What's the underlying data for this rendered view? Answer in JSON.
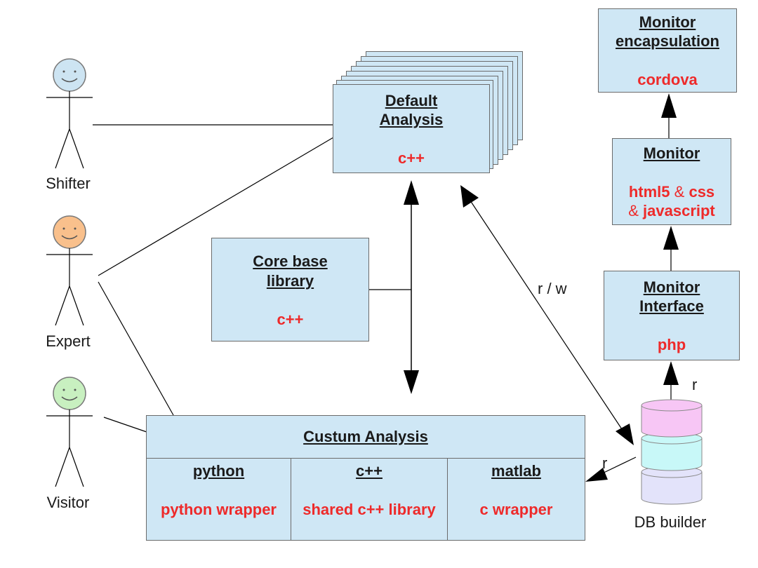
{
  "colors": {
    "box_fill": "#cfe7f5",
    "text_red": "#ee2a2a",
    "line": "#000000",
    "shifter_head": "#cde4f2",
    "expert_head": "#f9c08c",
    "visitor_head": "#c8f0c0",
    "db_top": "#f7c6f5",
    "db_mid": "#c8f8f8",
    "db_bottom": "#e3e3fa"
  },
  "actors": {
    "shifter": "Shifter",
    "expert": "Expert",
    "visitor": "Visitor"
  },
  "default_analysis": {
    "title_line1": "Default",
    "title_line2": "Analysis",
    "lang": "c++"
  },
  "core_base": {
    "title_line1": "Core base",
    "title_line2": "library",
    "lang": "c++"
  },
  "monitor_encapsulation": {
    "title_line1": "Monitor",
    "title_line2": "encapsulation",
    "lang": "cordova"
  },
  "monitor": {
    "title": "Monitor",
    "lang_line1_a": "html5",
    "amp1": "&",
    "lang_line1_b": "css",
    "amp2": "&",
    "lang_line2_b": "javascript"
  },
  "monitor_interface": {
    "title_line1": "Monitor",
    "title_line2": "Interface",
    "lang": "php"
  },
  "custom_analysis": {
    "title": "Custum Analysis",
    "columns": [
      {
        "title": "python",
        "detail": "python wrapper"
      },
      {
        "title": "c++",
        "detail": "shared c++ library"
      },
      {
        "title": "matlab",
        "detail": "c wrapper"
      }
    ]
  },
  "db_builder": "DB builder",
  "edge_labels": {
    "rw": "r / w",
    "r_up": "r",
    "r_left": "r"
  }
}
